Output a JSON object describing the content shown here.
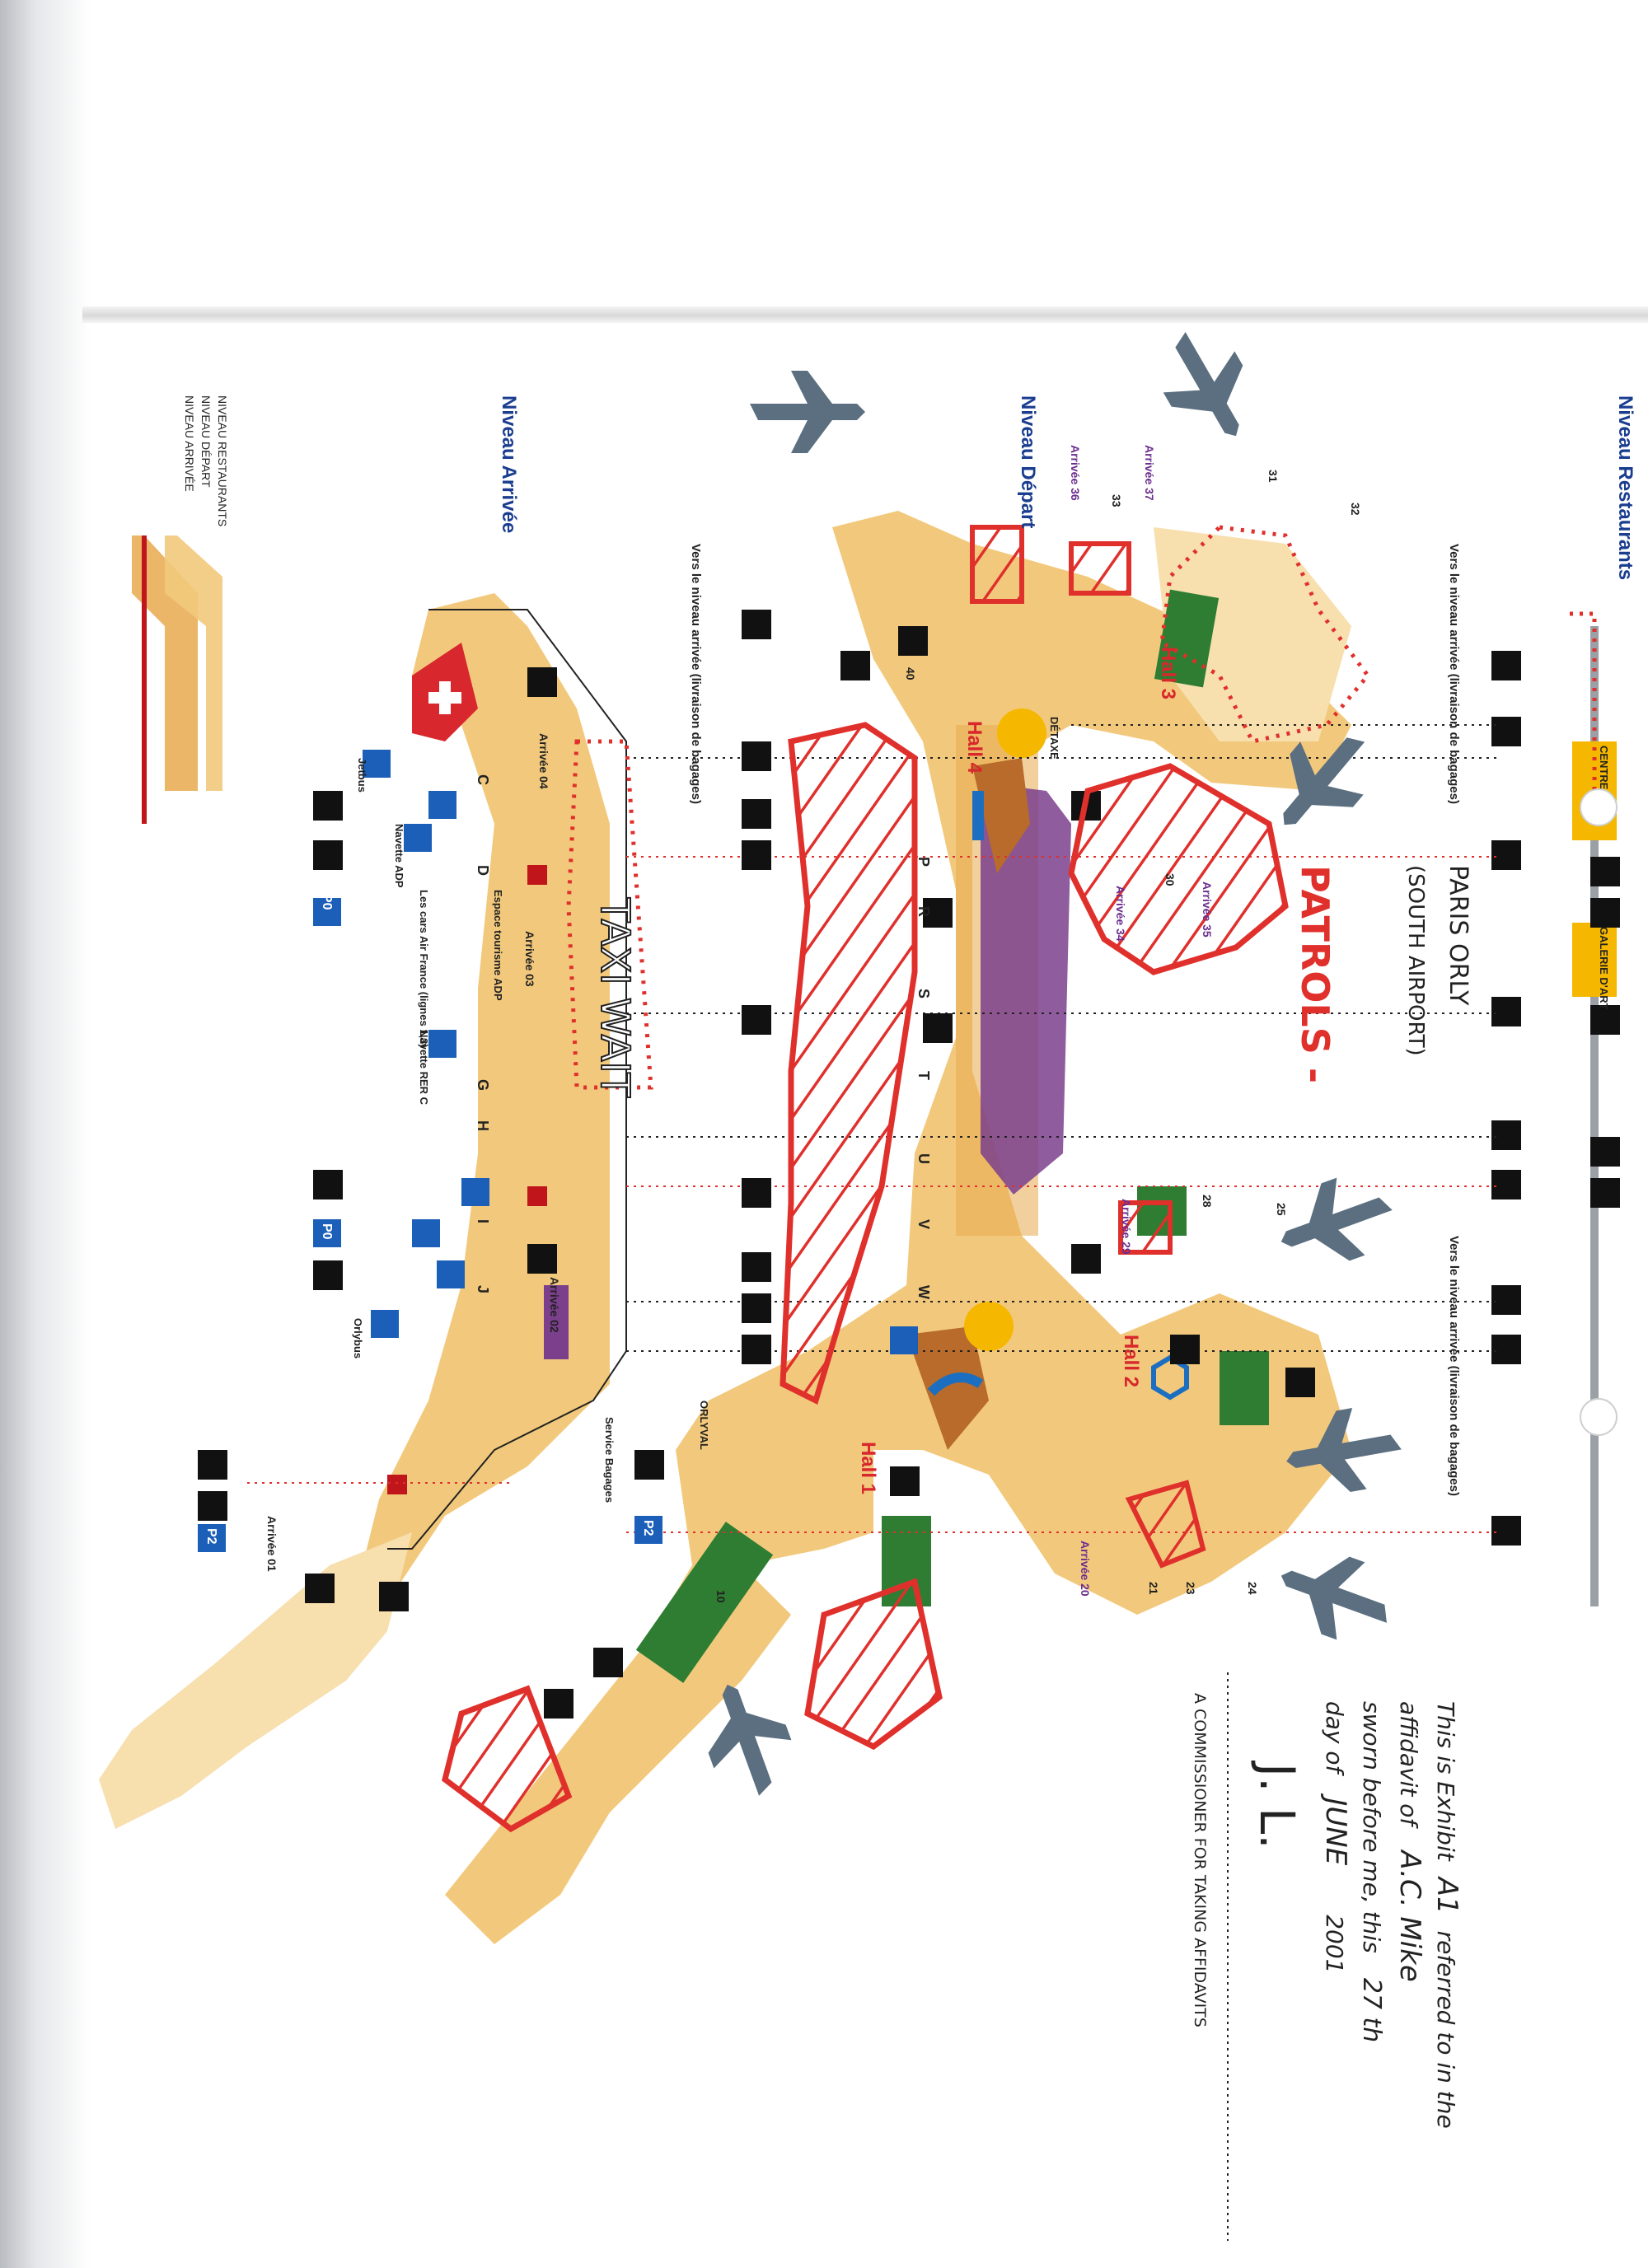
{
  "levels": {
    "restaurants": "Niveau Restaurants",
    "depart": "Niveau Départ",
    "arrivee": "Niveau Arrivée"
  },
  "legend": [
    "NIVEAU RESTAURANTS",
    "NIVEAU DÉPART",
    "NIVEAU ARRIVÉE"
  ],
  "bagages_note": "Vers le niveau arrivée (livraison de bagages)",
  "restaurant_bar": [
    "CENTRE D'A",
    "GALERIE D'ART"
  ],
  "halls": [
    "Hall 1",
    "Hall 2",
    "Hall 3",
    "Hall 4"
  ],
  "gates_numbers": [
    "32",
    "31",
    "33",
    "30",
    "28",
    "25",
    "24",
    "23",
    "21",
    "10",
    "40"
  ],
  "arrivals": [
    "Arrivée 37",
    "Arrivée 36",
    "Arrivée 35",
    "Arrivée 34",
    "Arrivée 29",
    "Arrivée 20",
    "Arrivée 04",
    "Arrivée 03",
    "Arrivée 02",
    "Arrivée 01"
  ],
  "doors_depart": [
    "P",
    "R",
    "S",
    "T",
    "U",
    "V",
    "W"
  ],
  "doors_arrivee": [
    "C",
    "D",
    "G",
    "H",
    "I",
    "J"
  ],
  "labels": {
    "detaxe": "DÉTAXE",
    "orlyval": "ORLYVAL",
    "jetbus": "Jetbus",
    "navette_adp": "Navette ADP",
    "cars_af": "Les cars Air France (lignes 1,3)",
    "espace_tourisme": "Espace tourisme ADP",
    "navette_rer": "Navette RER C",
    "orlybus": "Orlybus",
    "service_bagages": "Service Bagages"
  },
  "parking": [
    "P0",
    "P0",
    "P2",
    "P2"
  ],
  "annotations": {
    "patrols": "PATROLS -",
    "paris_orly": "PARIS ORLY",
    "south_airport": "(SOUTH AIRPORT)",
    "taxi_area": "TAXI WAIT"
  },
  "exhibit": {
    "line1_prefix": "This is Exhibit",
    "exhibit_id": "A1",
    "line1_suffix": "referred to in the",
    "line2_prefix": "affidavit of",
    "affiant": "A.C. Mike",
    "line3_prefix": "sworn before me, this",
    "day": "27 th",
    "line4_prefix": "day of",
    "month": "JUNE",
    "year": "2001",
    "signature": "J. L.",
    "commissioner": "A COMMISSIONER FOR TAKING AFFIDAVITS"
  },
  "colors": {
    "terminal": "#f2c97c",
    "terminal_light": "#f7dfae",
    "terminal_dark": "#e7a94e",
    "purple": "#7b3f8c",
    "green": "#2e7d32",
    "brown": "#b86b2a",
    "blue": "#1c6fc0",
    "red_ink": "#e0302c",
    "title_blue": "#1a3d8f",
    "plane": "#5b6f80",
    "dark_text": "#222222"
  }
}
